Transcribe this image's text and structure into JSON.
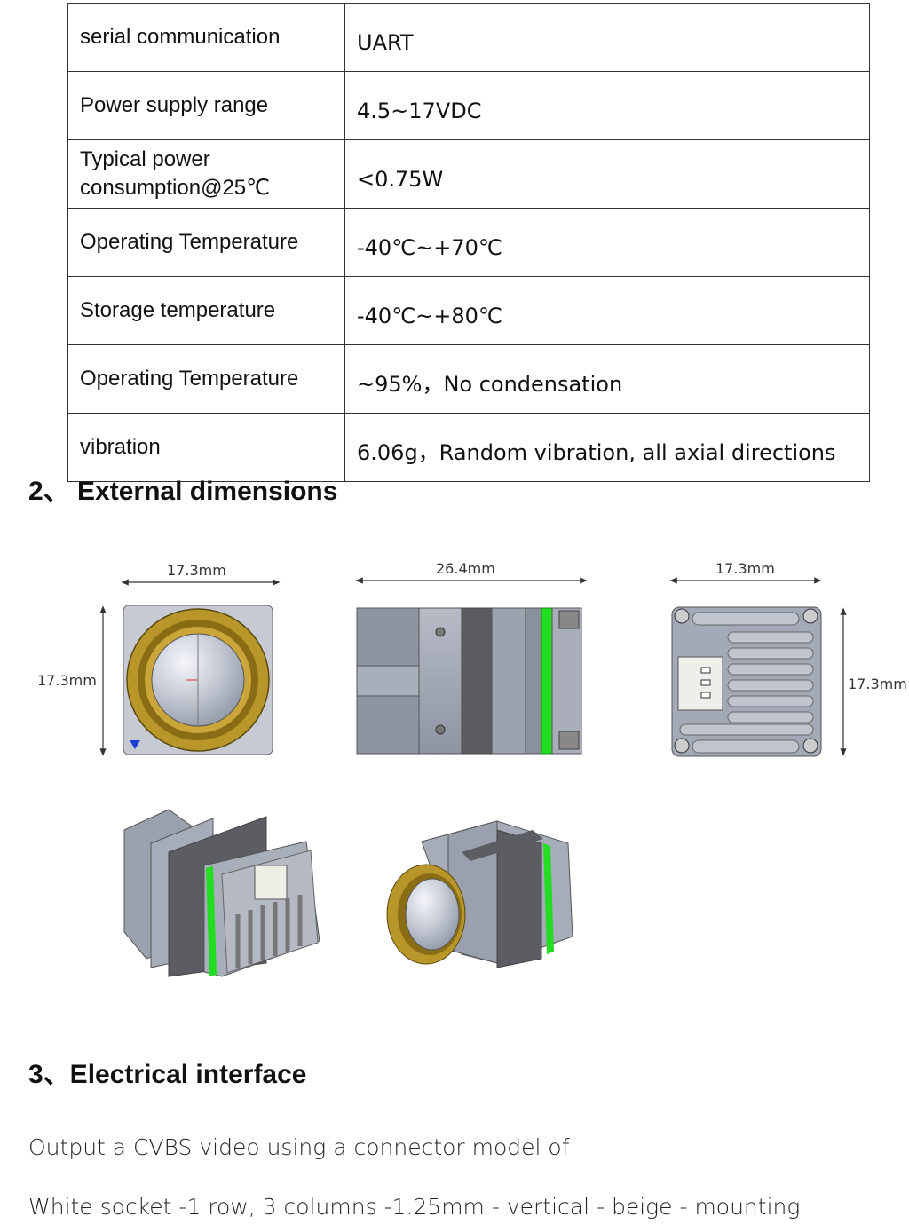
{
  "spec_rows": [
    {
      "key": "serial communication",
      "value": "UART"
    },
    {
      "key": "Power supply range",
      "value": "4.5~17VDC"
    },
    {
      "key": "Typical power consumption@25℃",
      "value": "<0.75W"
    },
    {
      "key": "Operating Temperature",
      "value": "-40℃~+70℃"
    },
    {
      "key": "Storage temperature",
      "value": "-40℃~+80℃"
    },
    {
      "key": "Operating Temperature",
      "value": "~95%，No condensation"
    },
    {
      "key": "vibration",
      "value": "6.06g，Random vibration, all axial directions"
    }
  ],
  "section2": {
    "heading": "2、 External dimensions"
  },
  "dimensions": {
    "front_width": "17.3mm",
    "front_height": "17.3mm",
    "side_length": "26.4mm",
    "back_width": "17.3mm",
    "back_height": "17.3mm"
  },
  "section3": {
    "heading": "3、Electrical interface",
    "line1": "Output a CVBS video using a connector model of",
    "line2": "White socket -1 row, 3 columns -1.25mm - vertical - beige - mounting"
  },
  "colors": {
    "green_stripe": "#22dd22",
    "lens_gold": "#b8962a",
    "body_gray": "#9aa0ad"
  }
}
